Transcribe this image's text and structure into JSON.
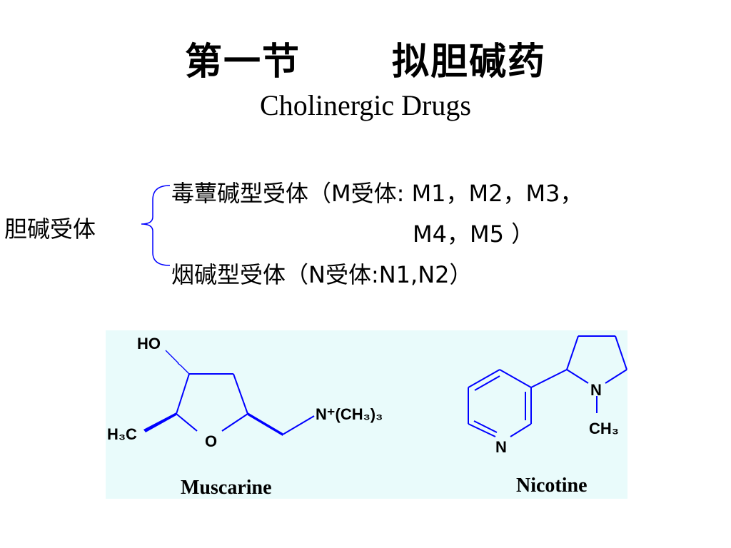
{
  "header": {
    "title_cn": "第一节　　 拟胆碱药",
    "title_en": "Cholinergic Drugs"
  },
  "receptors": {
    "root_label": "胆碱受体",
    "muscarinic_line1": "毒蕈碱型受体（M受体: M1，M2，M3，",
    "muscarinic_line2": "M4，M5 ）",
    "nicotinic_line": "烟碱型受体（N受体:N1,N2）"
  },
  "structures": {
    "background_color": "#e9fbfb",
    "line_color": "#0000ff",
    "muscarine": {
      "name": "Muscarine",
      "label_ho": "HO",
      "label_h3c": "H₃C",
      "label_o": "O",
      "label_n_plus": "N⁺(CH₃)₃"
    },
    "nicotine": {
      "name": "Nicotine",
      "label_pyridine_n": "N",
      "label_pyrrolidine_n": "N",
      "label_ch3": "CH₃"
    }
  }
}
